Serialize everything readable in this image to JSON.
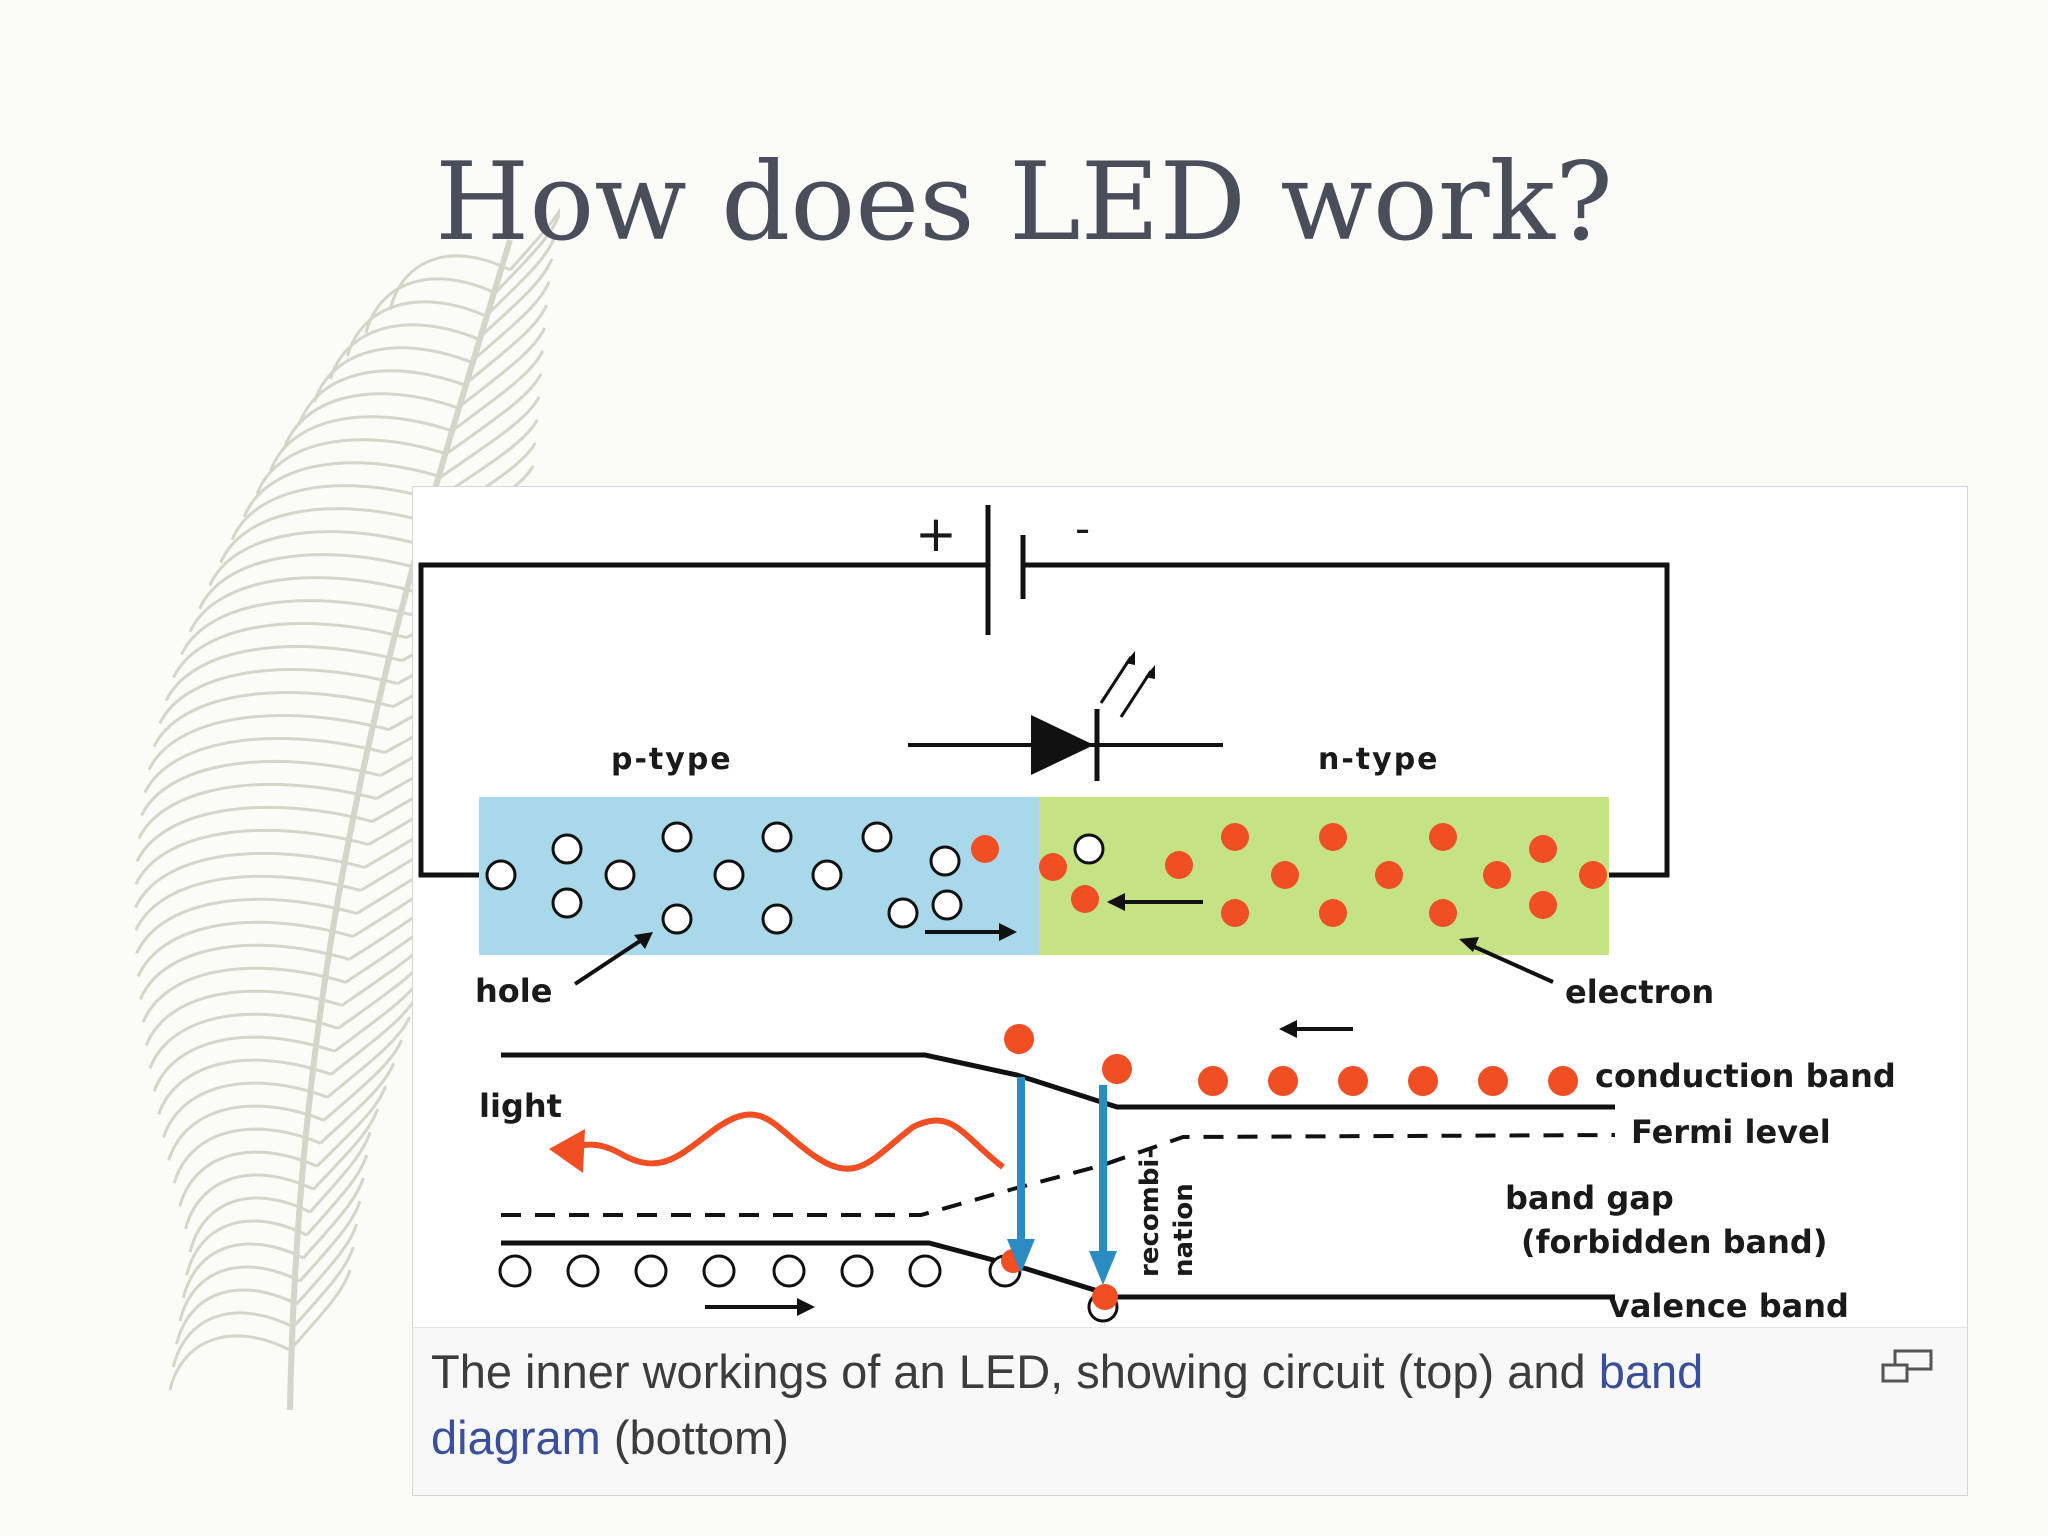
{
  "slide": {
    "title": "How does LED work?"
  },
  "diagram": {
    "battery": {
      "positive": "+",
      "negative": "-"
    },
    "regions": {
      "p": "p-type",
      "n": "n-type"
    },
    "labels": {
      "hole": "hole",
      "electron": "electron",
      "light": "light",
      "conduction_band": "conduction band",
      "fermi_level": "Fermi level",
      "band_gap_1": "band gap",
      "band_gap_2": "(forbidden band)",
      "valence_band": "valence band",
      "recombination_1": "recombi-",
      "recombination_2": "nation"
    },
    "colors": {
      "p_region": "#a8d8ea",
      "n_region": "#c5e384",
      "electron": "#f04e23",
      "recombination_arrow": "#2b8cc4",
      "light_wave": "#f04e23"
    }
  },
  "caption": {
    "before": "The inner workings of an LED, showing circuit (top) and ",
    "link": "band diagram",
    "after": " (bottom)"
  },
  "icons": {
    "decor": "feather-icon",
    "enlarge": "enlarge-icon"
  }
}
